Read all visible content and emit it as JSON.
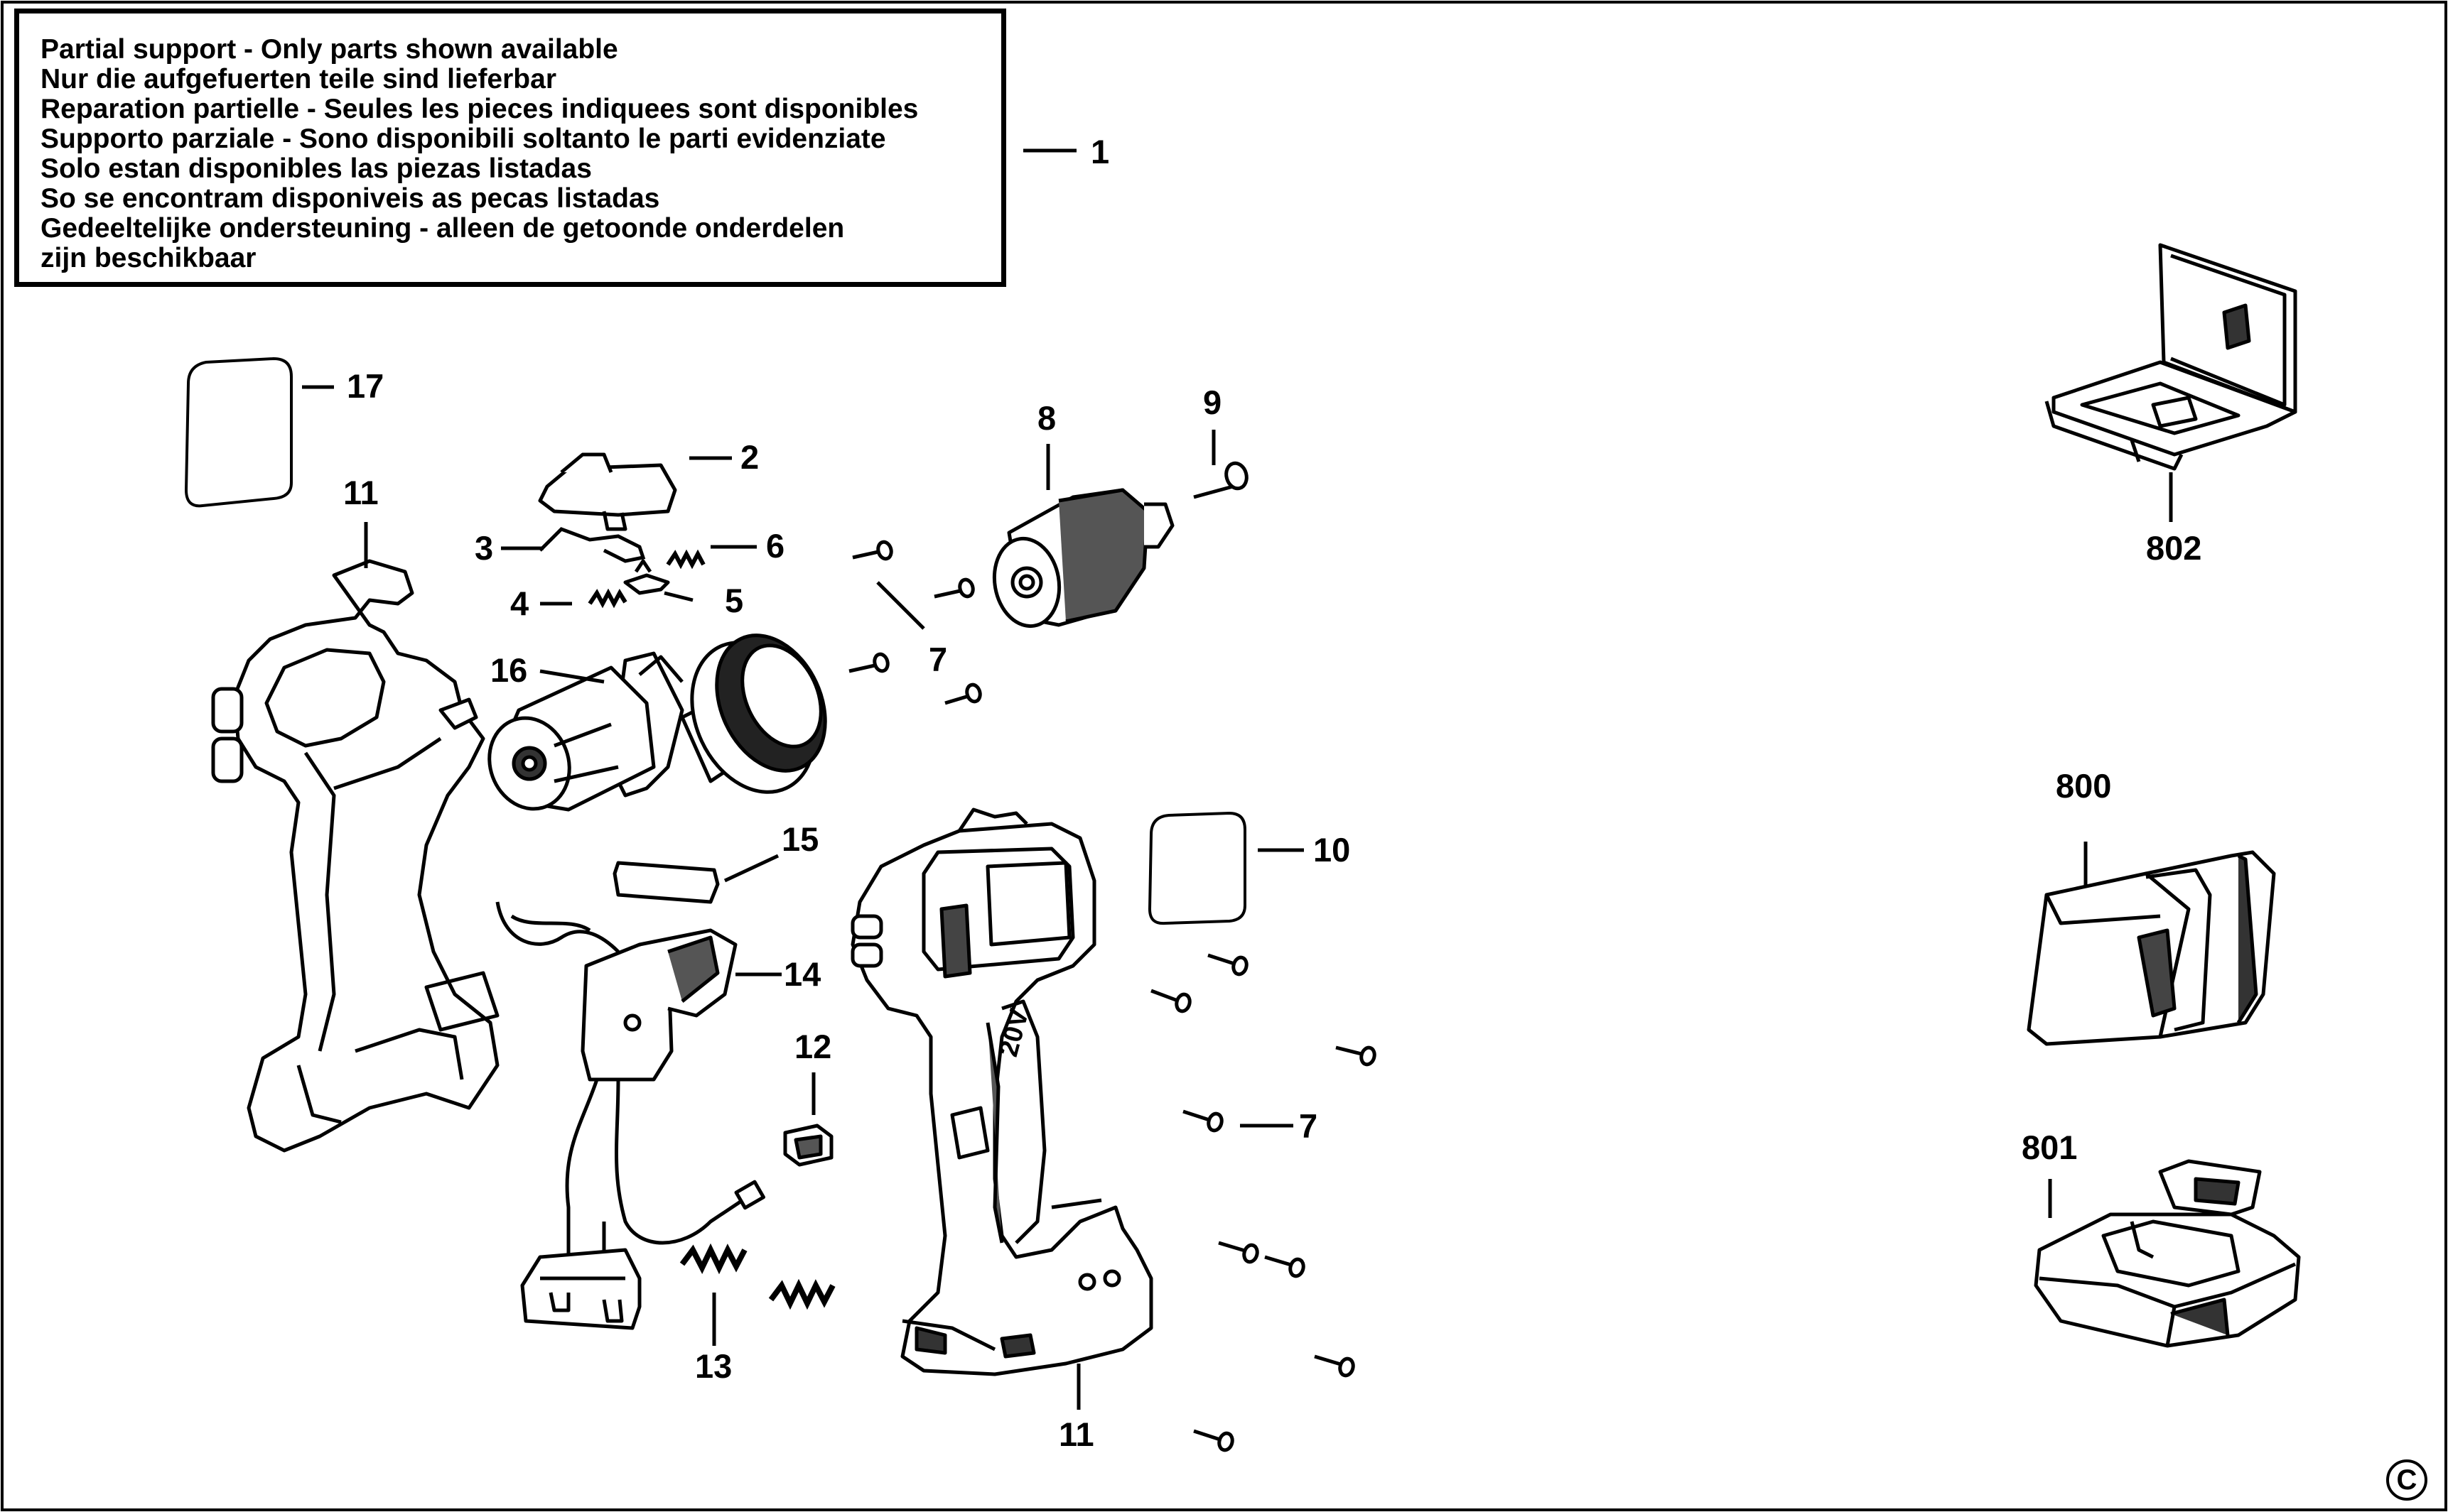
{
  "notice": {
    "lines": [
      "Partial support - Only parts shown available",
      "Nur die aufgefuerten teile sind lieferbar",
      "Reparation partielle - Seules les pieces indiquees sont disponibles",
      "Supporto parziale - Sono disponibili soltanto le parti evidenziate",
      "Solo estan disponibles las piezas listadas",
      "So se encontram disponiveis as pecas listadas",
      "Gedeeltelijke ondersteuning - alleen de getoonde onderdelen",
      "zijn beschikbaar"
    ]
  },
  "callouts": {
    "notice_ref": "1",
    "housing_left": "11",
    "label_blank": "17",
    "switch_cap": "2",
    "spring_clip": "3",
    "small_spring": "4",
    "lever": "5",
    "spring_right": "6",
    "gearbox_motor": "16",
    "screws_top": "7",
    "chuck": "8",
    "chuck_screw": "9",
    "label_blank_right": "10",
    "led_lens": "15",
    "trigger_switch": "14",
    "battery_clip": "12",
    "contact_springs": "13",
    "housing_right": "11",
    "screws_right": "7",
    "kitbox": "802",
    "charger": "800",
    "battery": "801"
  },
  "tool_text": "20V",
  "copyright": "C"
}
